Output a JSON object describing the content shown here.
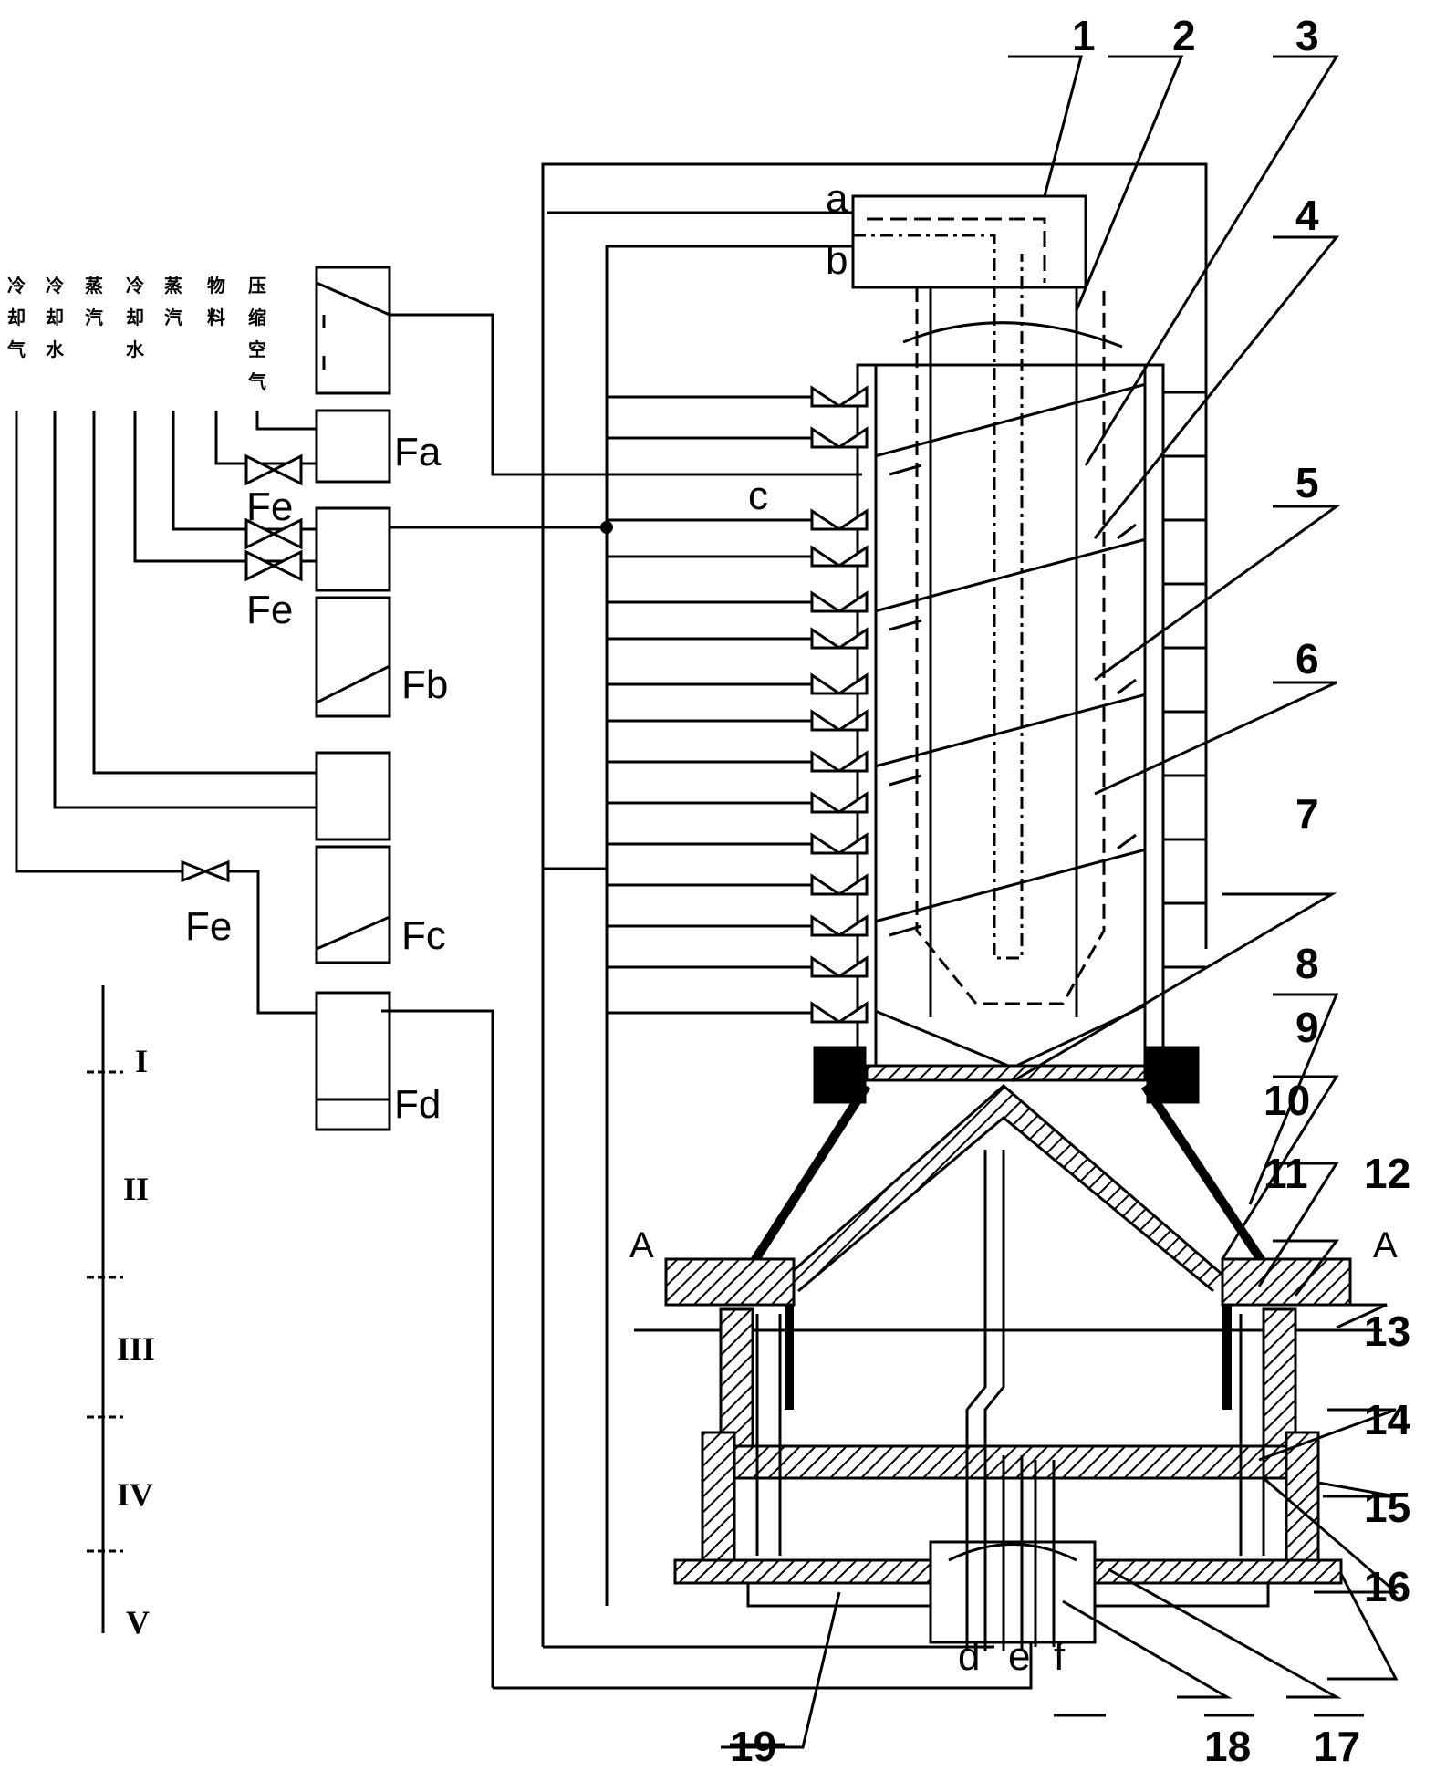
{
  "parts": [
    "1",
    "2",
    "3",
    "4",
    "5",
    "6",
    "7",
    "8",
    "9",
    "10",
    "11",
    "12",
    "13",
    "14",
    "15",
    "16",
    "17",
    "18",
    "19"
  ],
  "ports": {
    "a": "a",
    "b": "b",
    "c": "c",
    "d": "d",
    "e": "e",
    "f": "f"
  },
  "valves": {
    "fa": "Fa",
    "fb": "Fb",
    "fc": "Fc",
    "fd": "Fd",
    "fe": "Fe"
  },
  "section": "A",
  "zones": [
    "I",
    "II",
    "III",
    "IV",
    "V"
  ],
  "media": [
    [
      "冷",
      "却",
      "气"
    ],
    [
      "冷",
      "却",
      "水"
    ],
    [
      "蒸",
      "汽"
    ],
    [
      "冷",
      "却",
      "水"
    ],
    [
      "蒸",
      "汽"
    ],
    [
      "物",
      "料"
    ],
    [
      "压",
      "缩",
      "空",
      "气"
    ]
  ]
}
